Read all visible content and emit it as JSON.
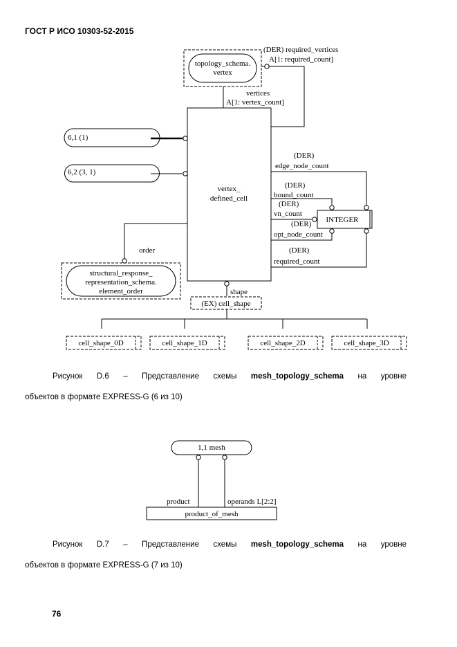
{
  "header": {
    "standard": "ГОСТ Р ИСО 10303-52-2015"
  },
  "figure_d6": {
    "topology_vertex": {
      "line1": "topology_schema.",
      "line2": "vertex"
    },
    "der_required_vertices": {
      "line1": "(DER) required_vertices",
      "line2": "A[1: required_count]"
    },
    "vertices": {
      "line1": "vertices",
      "line2": "A[1: vertex_count]"
    },
    "ref_61": "6,1 (1)",
    "ref_62": "6,2 (3, 1)",
    "entity": {
      "line1": "vertex_",
      "line2": "defined_cell"
    },
    "edge_node_count": {
      "der": "(DER)",
      "name": "edge_node_count"
    },
    "bound_count": {
      "der": "(DER)",
      "name": "bound_count"
    },
    "vn_count": {
      "der": "(DER)",
      "name": "vn_count"
    },
    "opt_node_count": {
      "der": "(DER)",
      "name": "opt_node_count"
    },
    "required_count": {
      "der": "(DER)",
      "name": "required_count"
    },
    "integer": "INTEGER",
    "order": "order",
    "element_order": {
      "line1": "structural_response_",
      "line2": "representation_schema.",
      "line3": "element_order"
    },
    "shape": "shape",
    "cell_shape": "(EX) cell_shape",
    "shapes": [
      "cell_shape_0D",
      "cell_shape_1D",
      "cell_shape_2D",
      "cell_shape_3D"
    ]
  },
  "caption_d6": {
    "prefix": "Рисунок D.6 – Представление схемы ",
    "bold": "mesh_topology_schema",
    "suffix": " на уровне",
    "line2": "объектов в формате EXPRESS-G (6 из 10)"
  },
  "figure_d7": {
    "mesh_ref": "1,1 mesh",
    "product": "product",
    "operands": "operands L[2:2]",
    "entity": "product_of_mesh"
  },
  "caption_d7": {
    "prefix": "Рисунок D.7 – Представление схемы ",
    "bold": "mesh_topology_schema",
    "suffix": " на уровне",
    "line2": "объектов в формате EXPRESS-G (7 из 10)"
  },
  "page_number": "76"
}
